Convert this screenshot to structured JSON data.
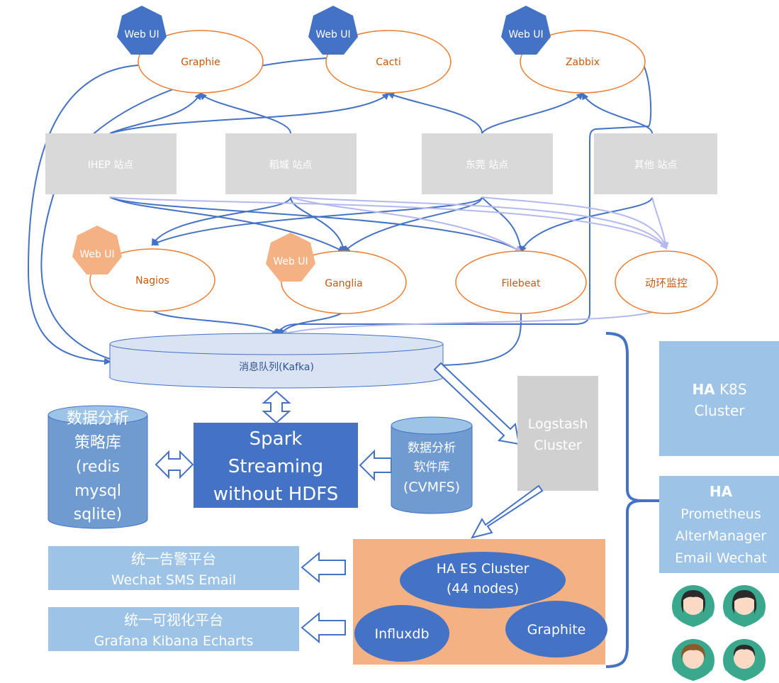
{
  "monitoring_tools_top": [
    {
      "badge": "Web UI",
      "name": "Graphie"
    },
    {
      "badge": "Web UI",
      "name": "Cacti"
    },
    {
      "badge": "Web UI",
      "name": "Zabbix"
    }
  ],
  "sites": [
    "IHEP 站点",
    "稻城 站点",
    "东莞 站点",
    "其他 站点"
  ],
  "monitoring_tools_mid": [
    {
      "badge": "Web UI",
      "name": "Nagios"
    },
    {
      "badge": "Web UI",
      "name": "Ganglia"
    },
    {
      "badge": "",
      "name": "Filebeat"
    },
    {
      "badge": "",
      "name": "动环监控"
    }
  ],
  "message_queue": "消息队列(Kafka)",
  "strategy_db": [
    "数据分析",
    "策略库",
    "(redis",
    "mysql",
    "sqlite)"
  ],
  "spark": [
    "Spark",
    "Streaming",
    "without HDFS"
  ],
  "software_db": [
    "数据分析",
    "软件库",
    "(CVMFS)"
  ],
  "logstash": [
    "Logstash",
    "Cluster"
  ],
  "es_cluster": {
    "es": [
      "HA ES Cluster",
      "(44 nodes)"
    ],
    "influx": "Influxdb",
    "graphite": "Graphite"
  },
  "alert_platform": {
    "title": "统一告警平台",
    "sub": "Wechat SMS Email"
  },
  "viz_platform": {
    "title": "统一可视化平台",
    "sub": "Grafana Kibana Echarts"
  },
  "ha_k8s": {
    "bold": "HA",
    "rest": " K8S",
    "line2": "Cluster"
  },
  "ha_prometheus": [
    "HA",
    "Prometheus",
    "AlterManager",
    "Email Wechat"
  ],
  "colors": {
    "blue_dark": "#4472c4",
    "blue_light": "#9dc3e6",
    "orange": "#ed7d31",
    "orange_fill": "#f4b183",
    "gray_box": "#d9d9d9",
    "kafka_fill": "#dae3f3",
    "lavender": "#b4b8f0"
  }
}
